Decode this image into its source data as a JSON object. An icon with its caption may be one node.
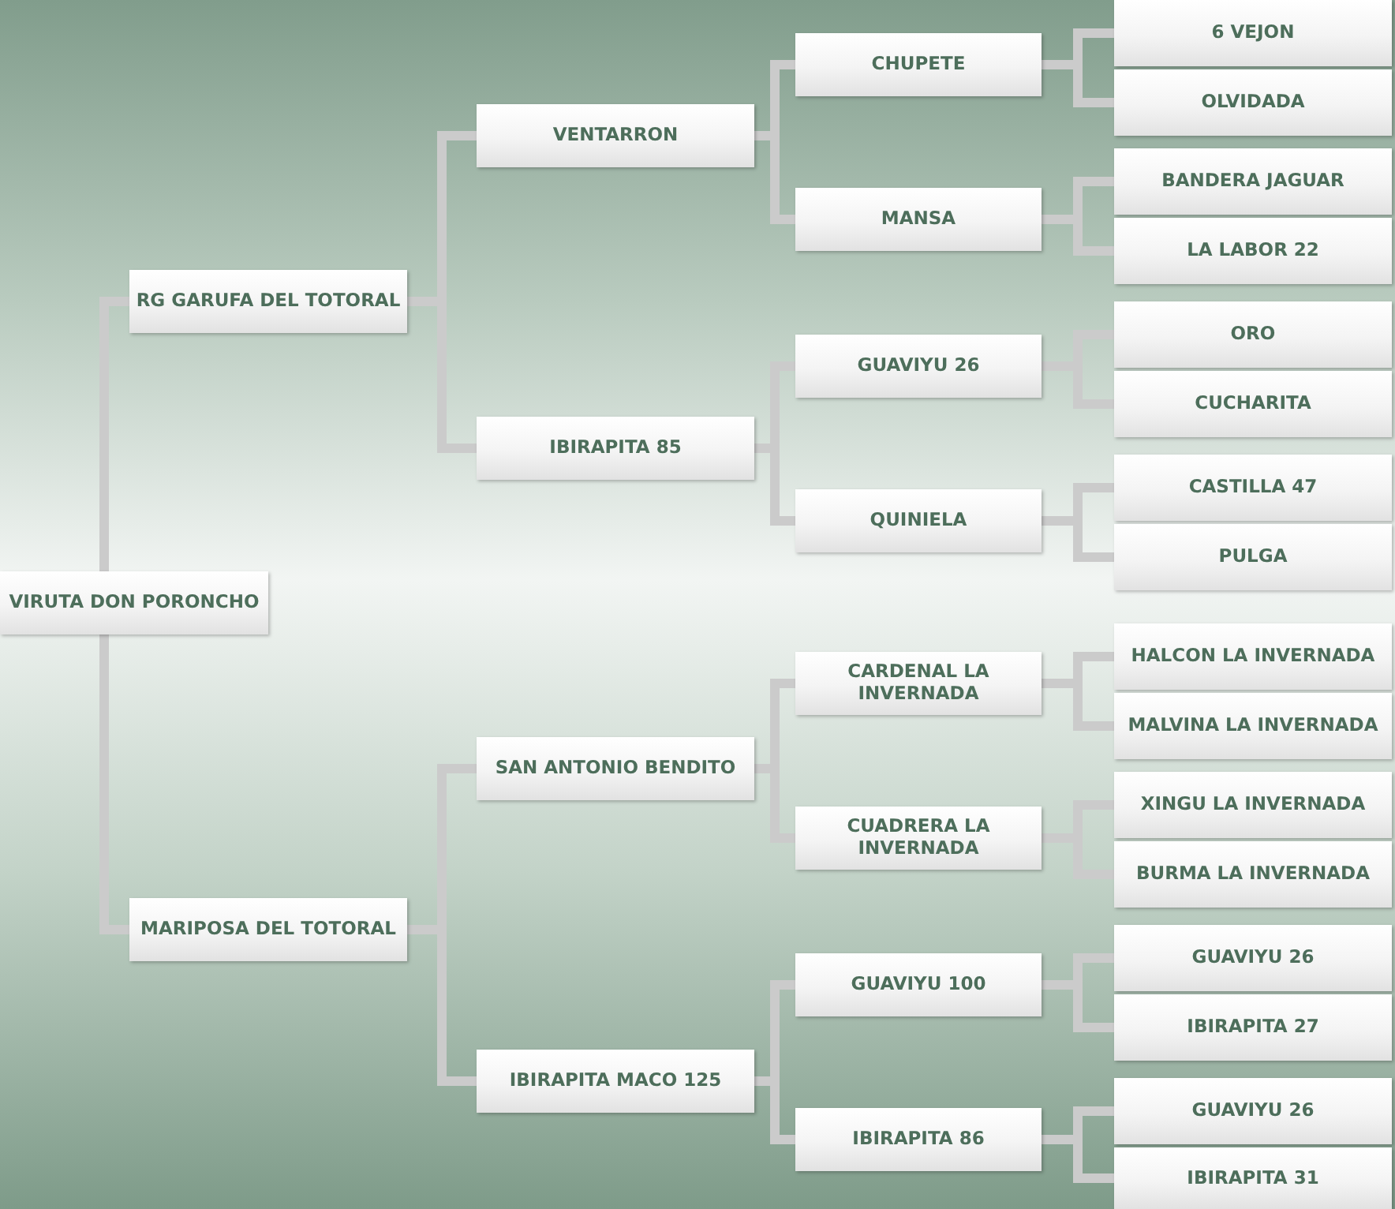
{
  "diagram": {
    "nodes": [
      {
        "text": [
          "VIRUTA DON PORONCHO"
        ]
      },
      {
        "text": [
          "RG GARUFA DEL TOTORAL"
        ]
      },
      {
        "text": [
          "MARIPOSA DEL TOTORAL"
        ]
      },
      {
        "text": [
          "VENTARRON"
        ]
      },
      {
        "text": [
          "IBIRAPITA 85"
        ]
      },
      {
        "text": [
          "SAN ANTONIO BENDITO"
        ]
      },
      {
        "text": [
          "IBIRAPITA MACO 125"
        ]
      },
      {
        "text": [
          "CHUPETE"
        ]
      },
      {
        "text": [
          "MANSA"
        ]
      },
      {
        "text": [
          "GUAVIYU 26"
        ]
      },
      {
        "text": [
          "QUINIELA"
        ]
      },
      {
        "text": [
          "CARDENAL LA INVERNADA"
        ]
      },
      {
        "text": [
          "CUADRERA LA INVERNADA"
        ]
      },
      {
        "text": [
          "GUAVIYU 100"
        ]
      },
      {
        "text": [
          "IBIRAPITA 86"
        ]
      },
      {
        "text": [
          "6 VEJON"
        ]
      },
      {
        "text": [
          "OLVIDADA"
        ]
      },
      {
        "text": [
          "BANDERA JAGUAR"
        ]
      },
      {
        "text": [
          "LA LABOR 22"
        ]
      },
      {
        "text": [
          "ORO"
        ]
      },
      {
        "text": [
          "CUCHARITA"
        ]
      },
      {
        "text": [
          "CASTILLA 47"
        ]
      },
      {
        "text": [
          "PULGA"
        ]
      },
      {
        "text": [
          "HALCON LA INVERNADA"
        ]
      },
      {
        "text": [
          "MALVINA LA INVERNADA"
        ]
      },
      {
        "text": [
          "XINGU LA INVERNADA"
        ]
      },
      {
        "text": [
          "BURMA LA INVERNADA"
        ]
      },
      {
        "text": [
          "GUAVIYU 26"
        ]
      },
      {
        "text": [
          "IBIRAPITA 27"
        ]
      },
      {
        "text": [
          "GUAVIYU 26"
        ]
      },
      {
        "text": [
          "IBIRAPITA 31"
        ]
      }
    ],
    "edges": [
      {
        "from": 0,
        "to": 1,
        "arrow": "none"
      },
      {
        "from": 0,
        "to": 2,
        "arrow": "none"
      },
      {
        "from": 1,
        "to": 3,
        "arrow": "none"
      },
      {
        "from": 1,
        "to": 4,
        "arrow": "none"
      },
      {
        "from": 2,
        "to": 5,
        "arrow": "none"
      },
      {
        "from": 2,
        "to": 6,
        "arrow": "none"
      },
      {
        "from": 3,
        "to": 7,
        "arrow": "none"
      },
      {
        "from": 3,
        "to": 8,
        "arrow": "none"
      },
      {
        "from": 4,
        "to": 9,
        "arrow": "none"
      },
      {
        "from": 4,
        "to": 10,
        "arrow": "none"
      },
      {
        "from": 5,
        "to": 11,
        "arrow": "none"
      },
      {
        "from": 5,
        "to": 12,
        "arrow": "none"
      },
      {
        "from": 6,
        "to": 13,
        "arrow": "none"
      },
      {
        "from": 6,
        "to": 14,
        "arrow": "none"
      },
      {
        "from": 7,
        "to": 15,
        "arrow": "none"
      },
      {
        "from": 7,
        "to": 16,
        "arrow": "none"
      },
      {
        "from": 8,
        "to": 17,
        "arrow": "none"
      },
      {
        "from": 8,
        "to": 18,
        "arrow": "none"
      },
      {
        "from": 9,
        "to": 19,
        "arrow": "none"
      },
      {
        "from": 9,
        "to": 20,
        "arrow": "none"
      },
      {
        "from": 10,
        "to": 21,
        "arrow": "none"
      },
      {
        "from": 10,
        "to": 22,
        "arrow": "none"
      },
      {
        "from": 11,
        "to": 23,
        "arrow": "none"
      },
      {
        "from": 11,
        "to": 24,
        "arrow": "none"
      },
      {
        "from": 12,
        "to": 25,
        "arrow": "none"
      },
      {
        "from": 12,
        "to": 26,
        "arrow": "none"
      },
      {
        "from": 13,
        "to": 27,
        "arrow": "none"
      },
      {
        "from": 13,
        "to": 28,
        "arrow": "none"
      },
      {
        "from": 14,
        "to": 29,
        "arrow": "none"
      },
      {
        "from": 14,
        "to": 30,
        "arrow": "none"
      }
    ]
  }
}
